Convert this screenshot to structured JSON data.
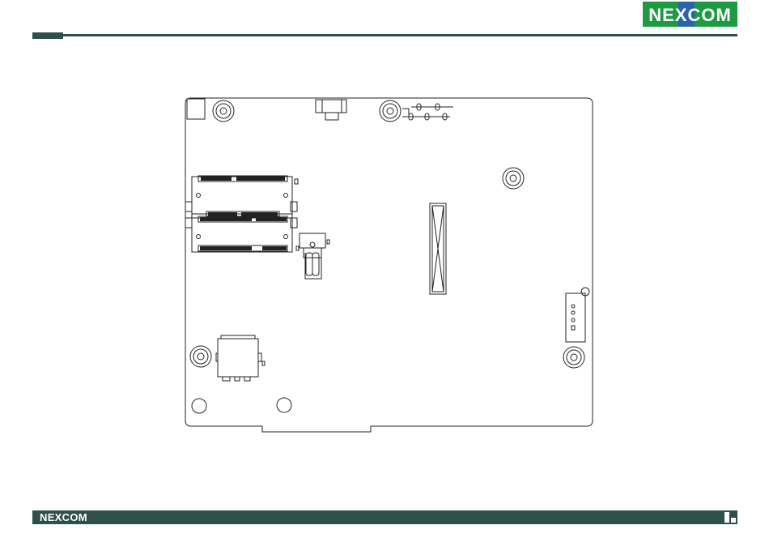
{
  "brand": {
    "wordmark": "NEXCOM",
    "color_primary": "#2e4f4a",
    "color_logo_green": "#1e9a43",
    "color_logo_blue": "#2a63ad"
  },
  "icons": {
    "header_logo": "nexcom-logo",
    "footer_logo": "nexcom-logo-white",
    "footer_mark": "squares-icon"
  }
}
